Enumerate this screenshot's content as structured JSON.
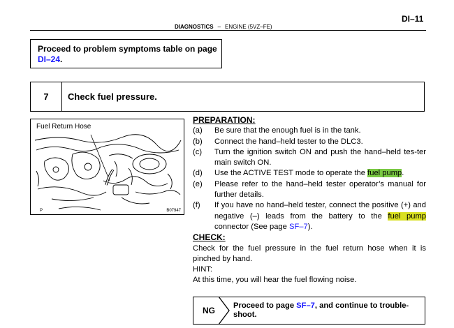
{
  "page": {
    "number": "DI–11",
    "section": "DIAGNOSTICS",
    "separator": "–",
    "subsection": "ENGINE (5VZ–FE)"
  },
  "notice": {
    "text": "Proceed to problem symptoms table on page ",
    "link": "DI–24",
    "suffix": "."
  },
  "step": {
    "number": "7",
    "title": "Check fuel pressure."
  },
  "figure": {
    "label": "Fuel Return Hose",
    "corner_letter": "P",
    "code": "B07947"
  },
  "preparation": {
    "heading": "PREPARATION:",
    "items": [
      {
        "label": "(a)",
        "text": "Be sure that the enough fuel is in the tank."
      },
      {
        "label": "(b)",
        "text": "Connect the hand–held tester to the DLC3."
      },
      {
        "label": "(c)",
        "text": "Turn the ignition switch ON and push the hand–held tes-ter main switch ON."
      },
      {
        "label": "(d)",
        "text": "Use the ACTIVE TEST mode to operate the ",
        "highlight": "fuel pump",
        "suffix": "."
      },
      {
        "label": "(e)",
        "text": "Please refer to the hand–held tester operator’s manual for further details."
      },
      {
        "label": "(f)",
        "text": "If you have no hand–held tester, connect the positive (+) and negative (–) leads from the battery to the ",
        "highlight": "fuel pump",
        "suffix": " connector (See page ",
        "link": "SF–7",
        "suffix2": ")."
      }
    ]
  },
  "check": {
    "heading": "CHECK:",
    "text": "Check for the fuel pressure in the fuel return hose when it is pinched by hand.",
    "hint_label": "HINT:",
    "hint_text": "At this time, you will hear the fuel flowing noise."
  },
  "ng": {
    "label": "NG",
    "text": "Proceed to page ",
    "link": "SF–7",
    "suffix": ", and continue to trouble-shoot."
  },
  "colors": {
    "link": "#1a1aff",
    "highlight_yellow": "#d9e021",
    "highlight_green": "#7ac943"
  }
}
